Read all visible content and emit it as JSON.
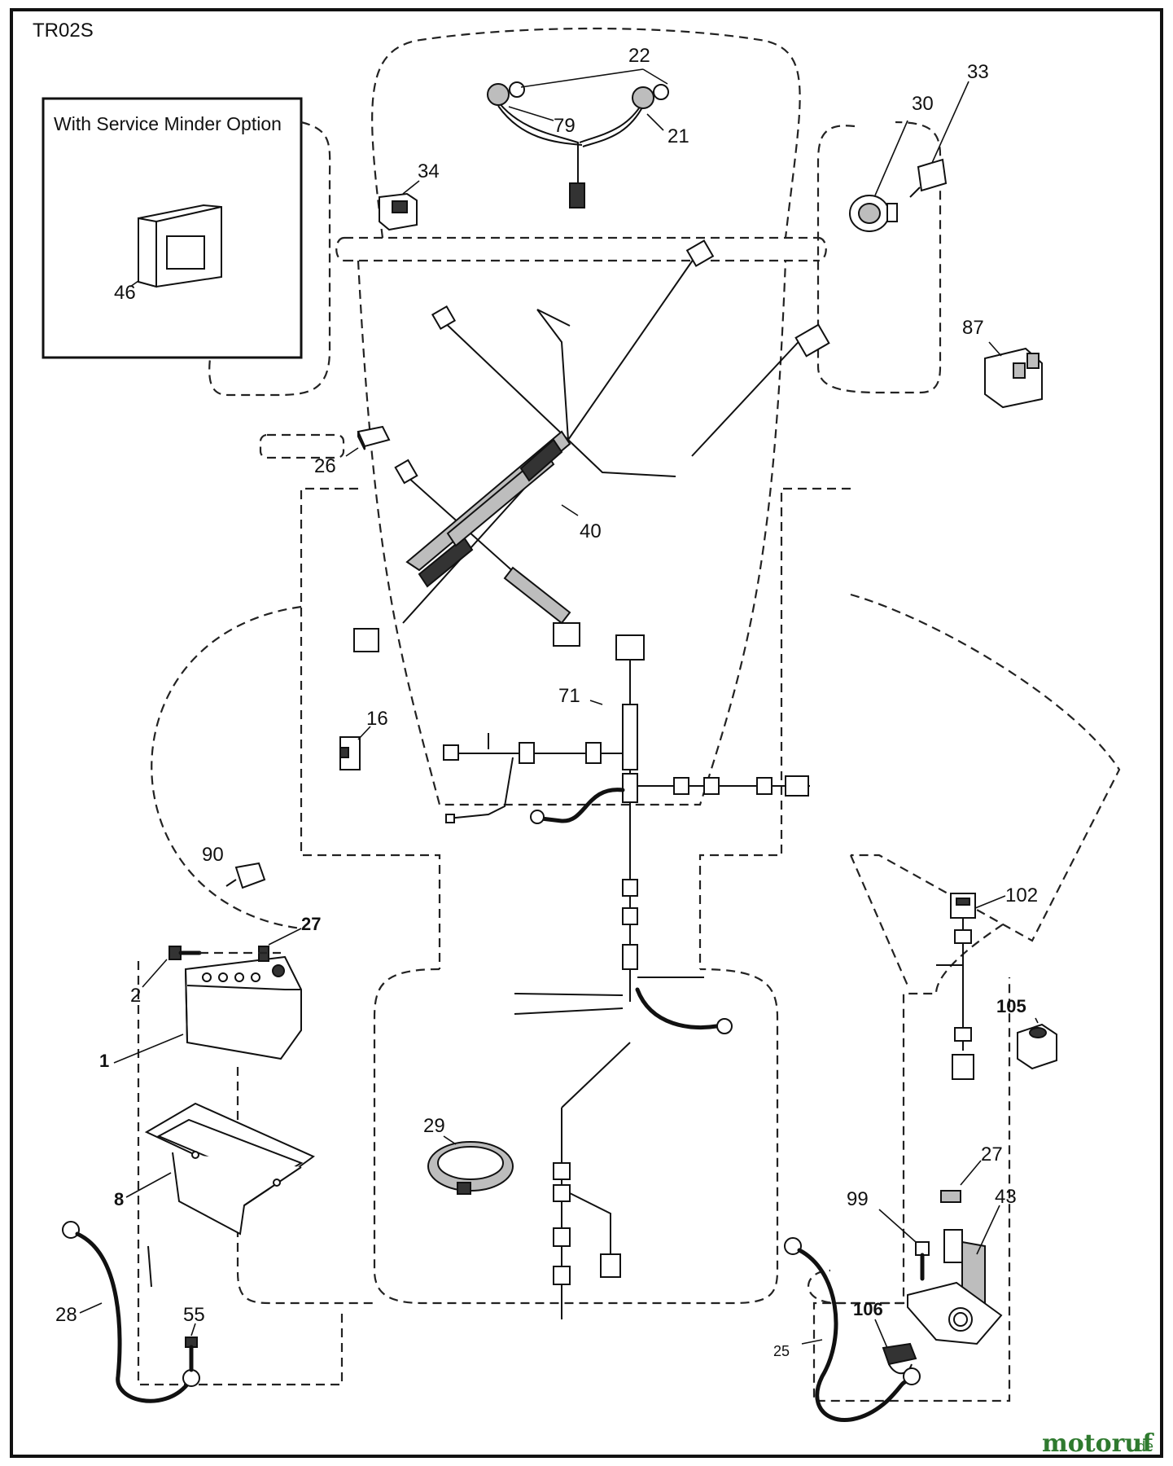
{
  "drawing_code": "TR02S",
  "inset_title": "With Service Minder Option",
  "watermark": {
    "main": "motoruf",
    "suffix": ".de"
  },
  "callouts": [
    "1",
    "2",
    "8",
    "16",
    "21",
    "22",
    "25",
    "26",
    "27",
    "27",
    "28",
    "29",
    "30",
    "33",
    "34",
    "40",
    "43",
    "46",
    "55",
    "71",
    "79",
    "87",
    "90",
    "99",
    "102",
    "105",
    "106"
  ],
  "parts": {
    "p1": "1",
    "p2": "2",
    "p8": "8",
    "p16": "16",
    "p21": "21",
    "p22": "22",
    "p25": "25",
    "p26": "26",
    "p27a": "27",
    "p27b": "27",
    "p28": "28",
    "p29": "29",
    "p30": "30",
    "p33": "33",
    "p34": "34",
    "p40": "40",
    "p43": "43",
    "p46": "46",
    "p55": "55",
    "p71": "71",
    "p79": "79",
    "p87": "87",
    "p90": "90",
    "p99": "99",
    "p102": "102",
    "p105": "105",
    "p106": "106"
  }
}
